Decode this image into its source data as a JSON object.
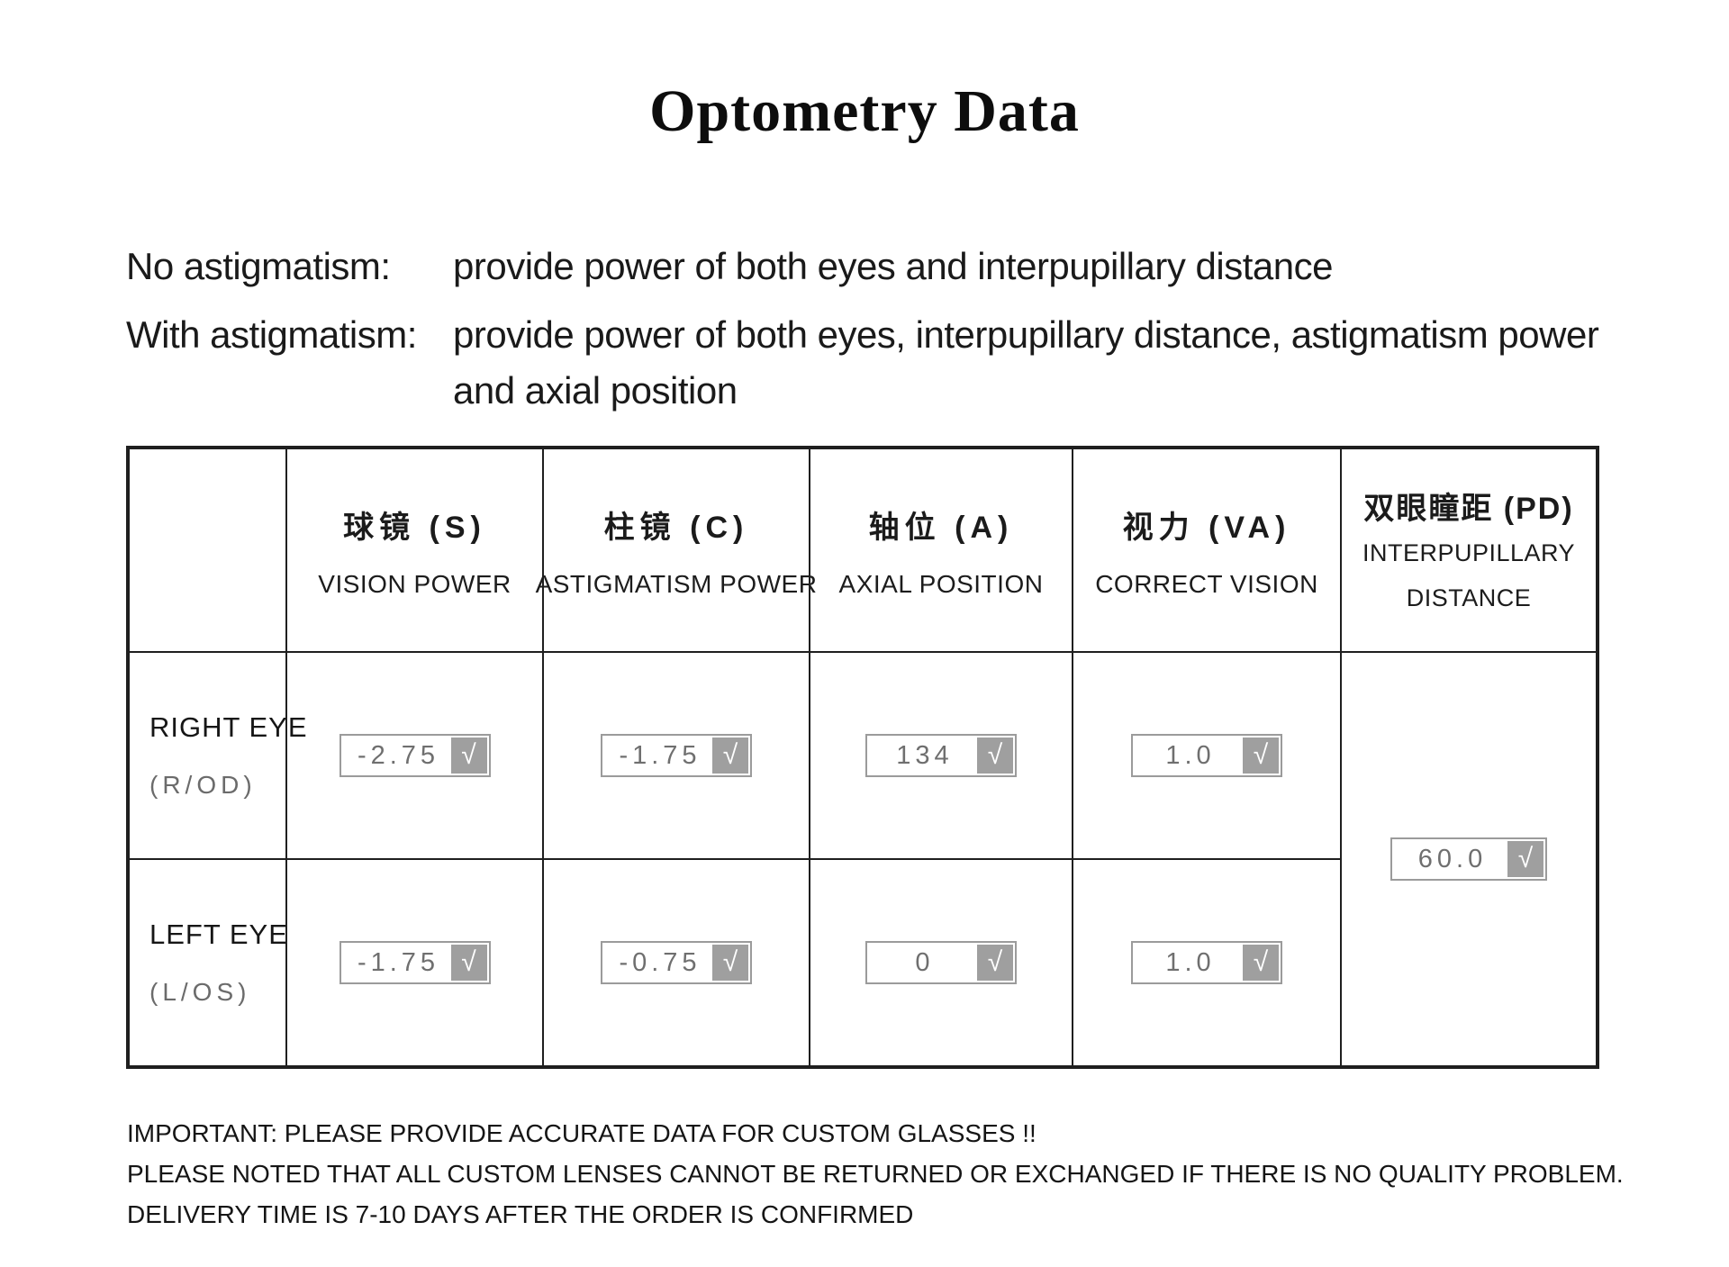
{
  "title": "Optometry Data",
  "intro": {
    "no_astigmatism_label": "No astigmatism:",
    "no_astigmatism_desc": "provide power of both eyes and interpupillary distance",
    "with_astigmatism_label": "With astigmatism:",
    "with_astigmatism_desc_line1": "provide power of both eyes, interpupillary distance, astigmatism power",
    "with_astigmatism_desc_line2": "and axial position"
  },
  "table": {
    "columns": [
      {
        "cn": "球镜 (S)",
        "en": "VISION POWER"
      },
      {
        "cn": "柱镜 (C)",
        "en": "ASTIGMATISM POWER"
      },
      {
        "cn": "轴位 (A)",
        "en": "AXIAL POSITION"
      },
      {
        "cn": "视力 (VA)",
        "en": "CORRECT VISION"
      },
      {
        "cn": "双眼瞳距 (PD)",
        "en_line1": "INTERPUPILLARY",
        "en_line2": "DISTANCE"
      }
    ],
    "rows": [
      {
        "label": "RIGHT EYE",
        "sublabel": "(R/OD)",
        "vision_power": "-2.75",
        "astigmatism_power": "-1.75",
        "axial_position": "134",
        "correct_vision": "1.0"
      },
      {
        "label": "LEFT EYE",
        "sublabel": "(L/OS)",
        "vision_power": "-1.75",
        "astigmatism_power": "-0.75",
        "axial_position": "0",
        "correct_vision": "1.0"
      }
    ],
    "pd_value": "60.0",
    "check_glyph": "√"
  },
  "notes": [
    "IMPORTANT: PLEASE PROVIDE ACCURATE DATA FOR CUSTOM GLASSES !!",
    "PLEASE NOTED THAT ALL CUSTOM LENSES CANNOT BE RETURNED OR EXCHANGED IF THERE IS NO QUALITY PROBLEM.",
    "DELIVERY TIME IS 7-10 DAYS AFTER THE ORDER IS CONFIRMED"
  ],
  "colors": {
    "text": "#1a1a1a",
    "table_border": "#1f1f1f",
    "value_text": "#6f6f6f",
    "box_border": "#9b9b9b",
    "check_square": "#9f9f9f",
    "check_mark": "#ffffff",
    "sublabel": "#6b6b6b"
  }
}
